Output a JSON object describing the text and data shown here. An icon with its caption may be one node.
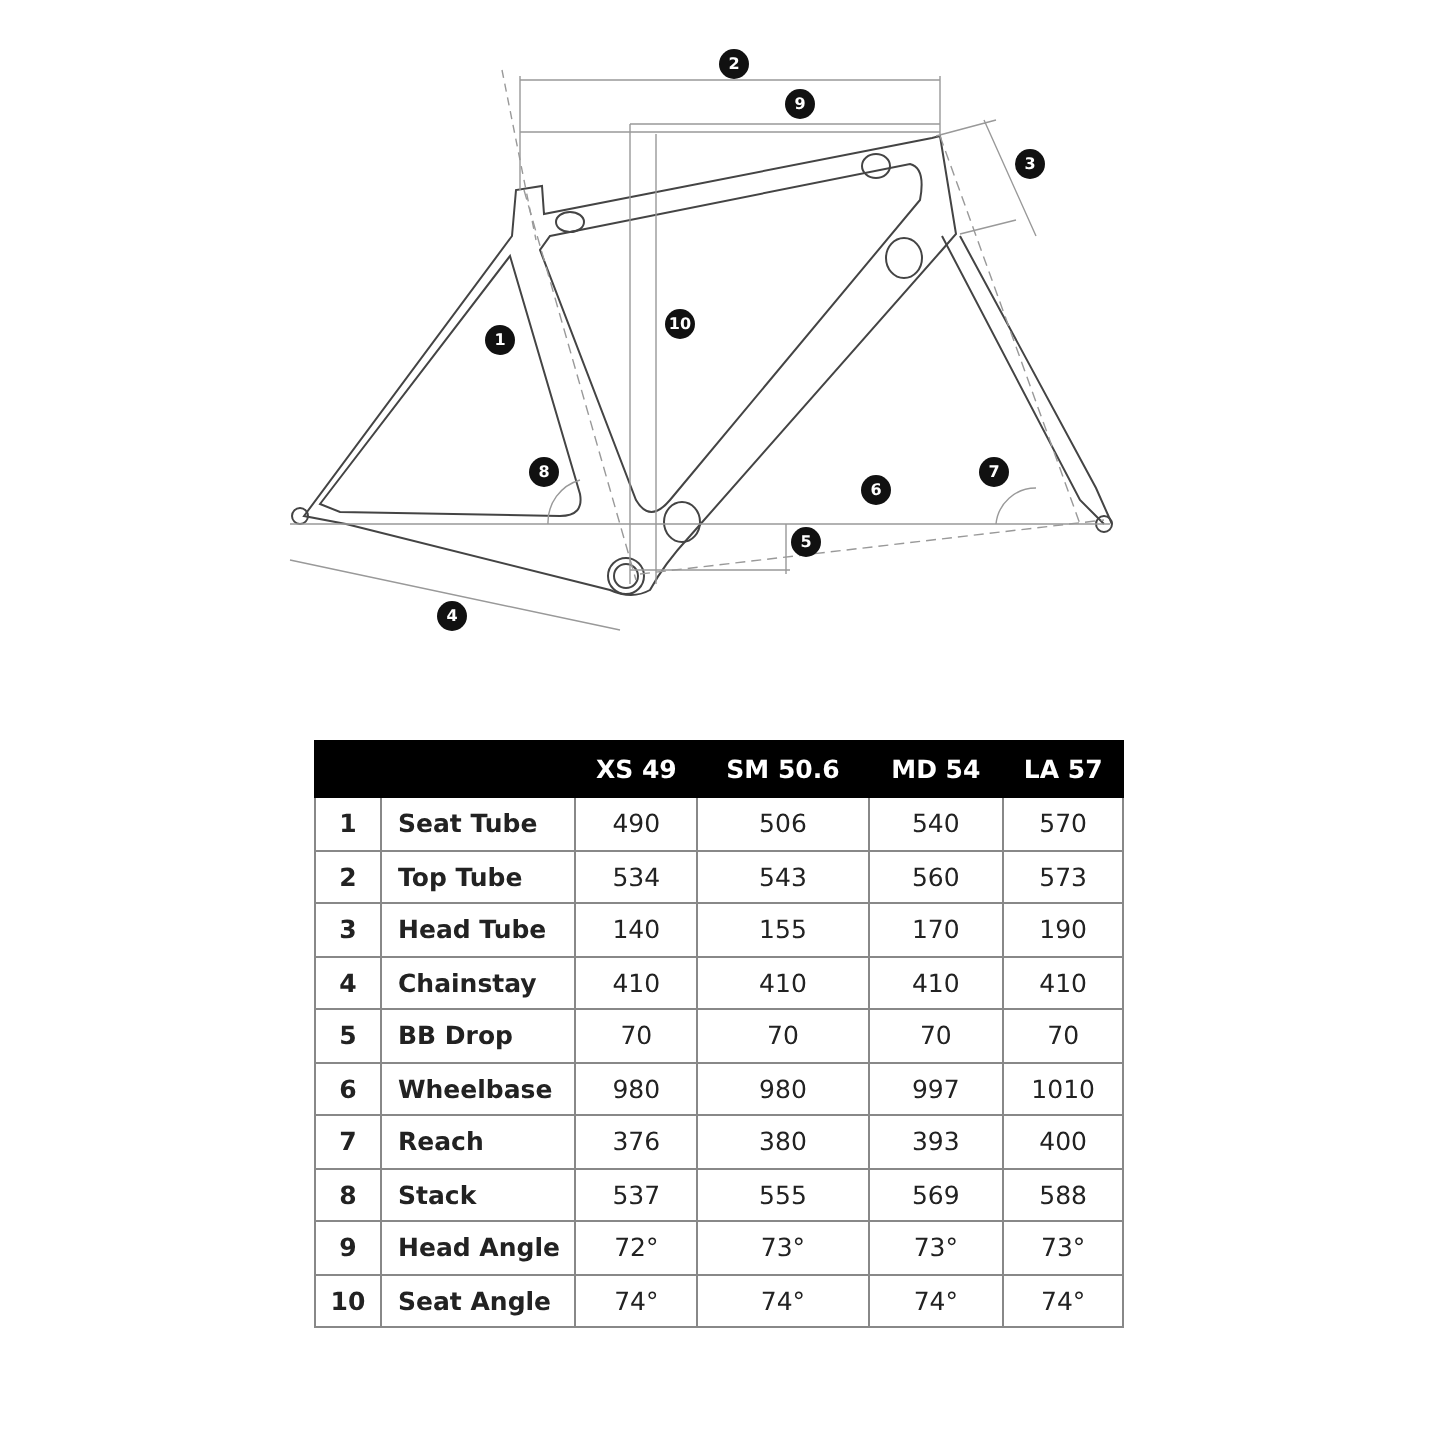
{
  "diagram": {
    "labels": [
      "2",
      "9",
      "3",
      "10",
      "1",
      "8",
      "7",
      "6",
      "5",
      "4",
      "XS 49",
      "SM 50.6",
      "MD 54",
      "LA 57",
      "1",
      "Seat Tube",
      "490",
      "506",
      "540",
      "570",
      "2",
      "Top Tube",
      "534",
      "543",
      "560",
      "573",
      "3",
      "Head Tube",
      "140",
      "155",
      "170",
      "190",
      "4",
      "Chainstay",
      "410",
      "410",
      "410",
      "410",
      "5",
      "BB Drop",
      "70",
      "70",
      "70",
      "70",
      "6",
      "Wheelbase",
      "980",
      "980",
      "997",
      "1010",
      "7",
      "Reach",
      "376",
      "380",
      "393",
      "400",
      "8",
      "Stack",
      "537",
      "555",
      "569",
      "588",
      "9",
      "Head Angle",
      "72°",
      "73°",
      "73°",
      "73°",
      "10",
      "Seat Angle",
      "74°",
      "74°",
      "74°",
      "74°"
    ]
  }
}
